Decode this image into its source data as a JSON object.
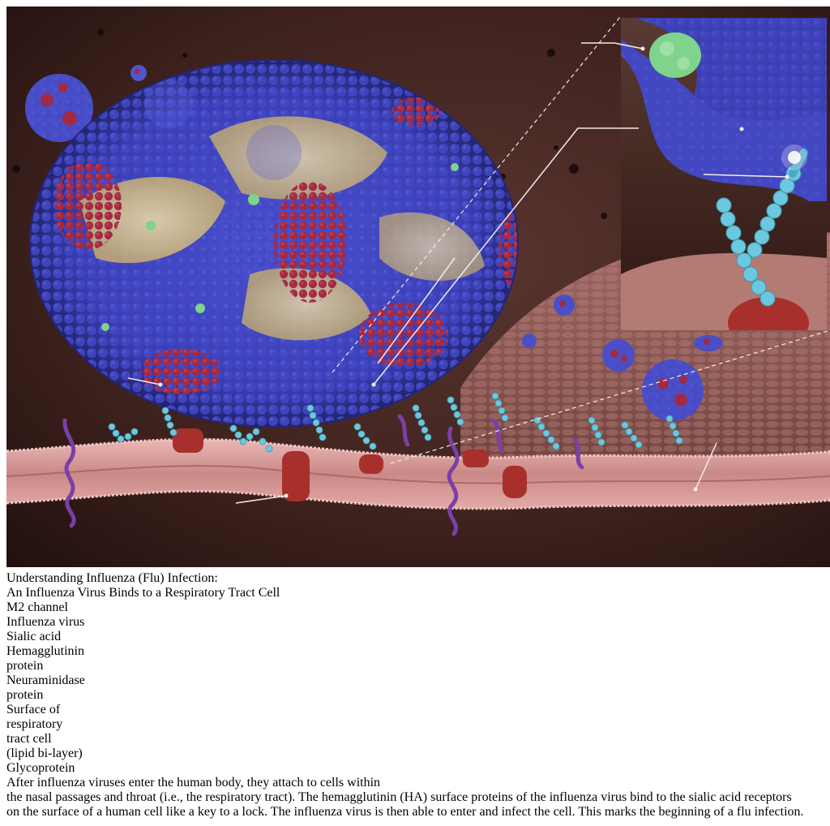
{
  "title": "Understanding Influenza (Flu) Infection:",
  "subtitle": "An Influenza Virus Binds to a Respiratory Tract Cell",
  "labels": {
    "m2_channel": "M2 channel",
    "influenza_virus": "Influenza virus",
    "sialic_acid": "Sialic acid",
    "hemagglutinin": [
      "Hemagglutinin",
      "protein"
    ],
    "neuraminidase": [
      "Neuraminidase",
      "protein"
    ],
    "surface": [
      "Surface of",
      "respiratory",
      "tract cell",
      "(lipid bi-layer)"
    ],
    "glycoprotein": "Glycoprotein"
  },
  "caption": [
    "After influenza viruses enter the human body, they attach to cells within",
    "the nasal passages and throat (i.e., the respiratory tract). The hemagglutinin (HA) surface proteins of the influenza virus bind to the sialic acid receptors",
    "on the surface of a human cell like a key to a lock. The influenza virus is then able to enter and infect the cell. This marks the beginning of a flu infection."
  ],
  "colors": {
    "background": "#3b1f1b",
    "virus_blue": "#3b3fb8",
    "neuraminidase_red": "#a0283e",
    "virus_core": "#d8c79a",
    "membrane_pink": "#d9a3a2",
    "sialic_cyan": "#6cc8de",
    "m2_green": "#7fd38a",
    "glycoprotein_red": "#a8302c",
    "helix_purple": "#7b3fa8"
  },
  "icons": {
    "virus": "influenza-virus-particle",
    "membrane": "lipid-bilayer",
    "receptor": "sialic-acid-chain",
    "helix": "transmembrane-helix"
  }
}
